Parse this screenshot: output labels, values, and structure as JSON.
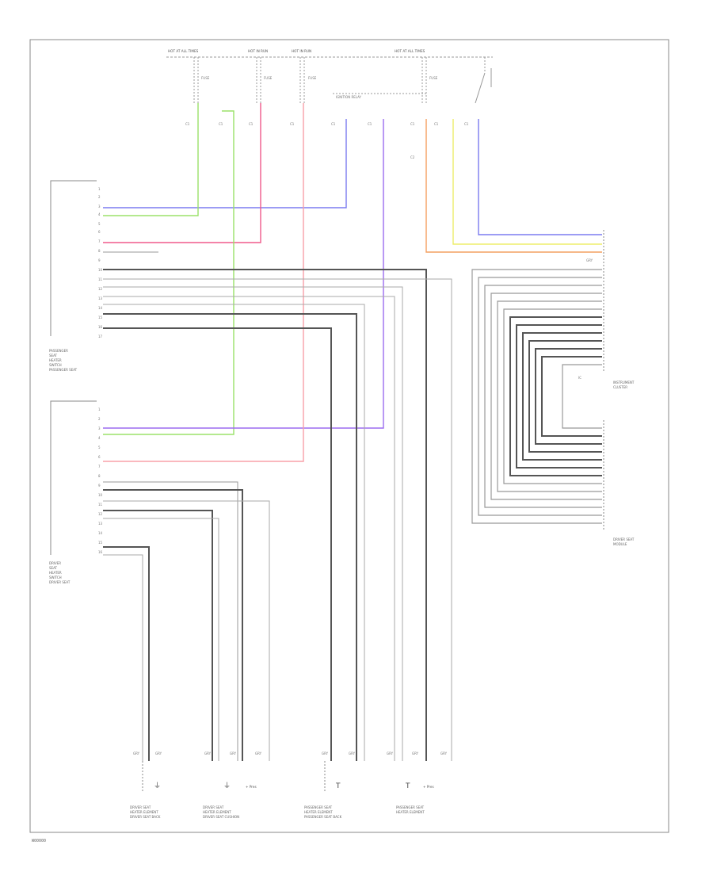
{
  "footer_code": "W00000",
  "top_connector_labels": [
    "HOT AT ALL TIMES",
    "HOT IN RUN",
    "HOT IN RUN",
    "HOT AT ALL TIMES"
  ],
  "fuse_labels": [
    "FUSE",
    "FUSE",
    "FUSE",
    "FUSE"
  ],
  "relay_label": "IGNITION RELAY",
  "module_labels": {
    "passenger": [
      "PASSENGER",
      "SEAT",
      "HEATER",
      "SWITCH",
      "PASSENGER SEAT"
    ],
    "driver": [
      "DRIVER",
      "SEAT",
      "HEATER",
      "SWITCH",
      "DRIVER SEAT"
    ],
    "right_upper": [
      "INSTRUMENT",
      "CLUSTER"
    ],
    "right_lower": [
      "DRIVER SEAT",
      "MODULE"
    ]
  },
  "bottom_captions": [
    [
      "DRIVER SEAT",
      "HEATER ELEMENT",
      "DRIVER SEAT BACK"
    ],
    [
      "DRIVER SEAT",
      "HEATER ELEMENT",
      "DRIVER SEAT CUSHION"
    ],
    [
      "PASSENGER SEAT",
      "HEATER ELEMENT",
      "PASSENGER SEAT BACK"
    ],
    [
      "PASSENGER SEAT",
      "HEATER ELEMENT"
    ]
  ],
  "colors": {
    "green": "#9be26a",
    "blue": "#7b7bf0",
    "pink": "#f05a8c",
    "red_orange": "#f4a060",
    "yellow": "#eded6a",
    "dark": "#555555",
    "gray": "#999999"
  }
}
